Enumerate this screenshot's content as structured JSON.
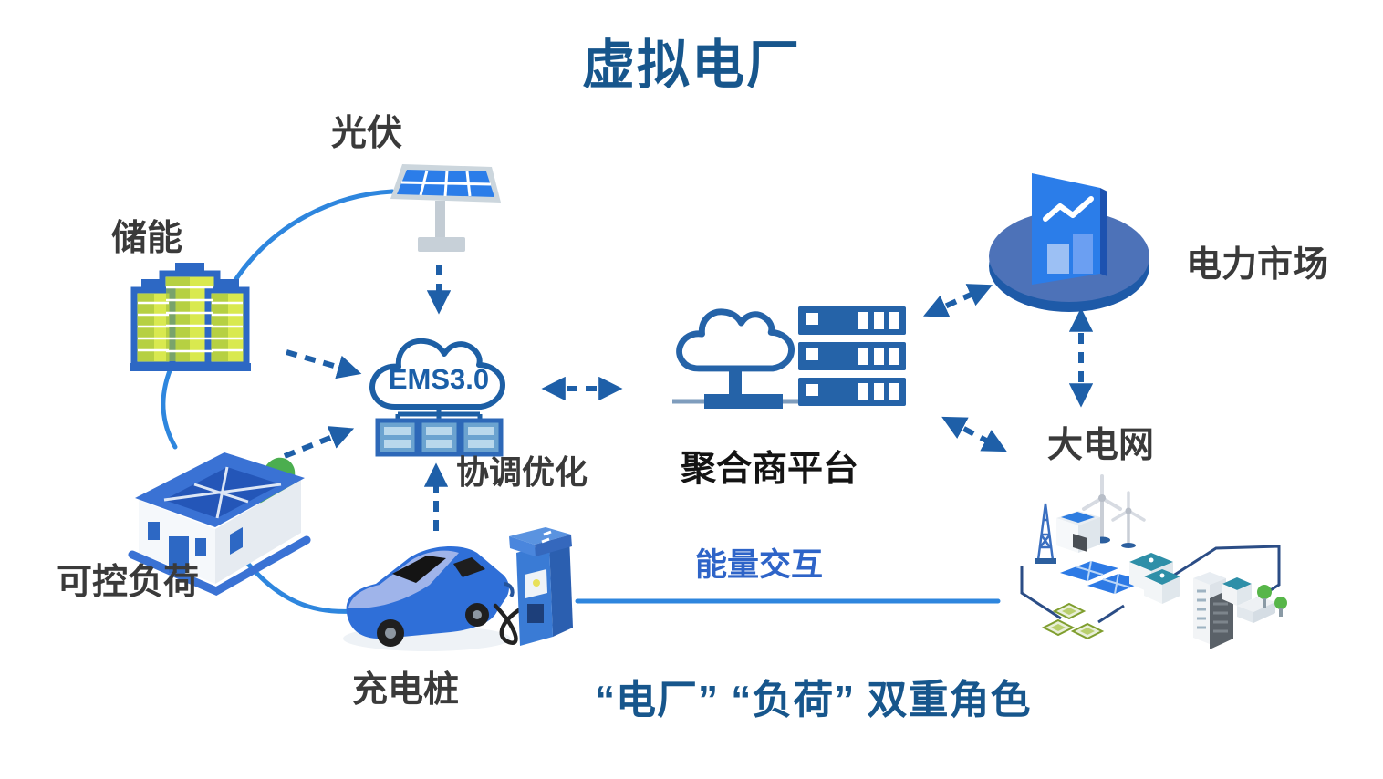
{
  "title": "虚拟电厂",
  "nodes": {
    "pv": {
      "label": "光伏"
    },
    "storage": {
      "label": "储能"
    },
    "controllable_load": {
      "label": "可控负荷"
    },
    "charging_pile": {
      "label": "充电桩"
    },
    "ems": {
      "label": "EMS3.0",
      "annotation": "协调优化"
    },
    "aggregator": {
      "label": "聚合商平台"
    },
    "power_market": {
      "label": "电力市场"
    },
    "main_grid": {
      "label": "大电网"
    }
  },
  "annotations": {
    "energy_exchange": "能量交互",
    "dual_role": "“电厂” “负荷” 双重角色"
  },
  "colors": {
    "title_text": "#17568c",
    "dashed_arrow": "#1e5fa8",
    "solid_link": "#2e86de",
    "dark_label": "#3a3a3a",
    "blue_label": "#2e64c8",
    "server_blue": "#2563a8",
    "panel_blue": "#2b7de9",
    "battery_cell": "#d9e94f"
  }
}
